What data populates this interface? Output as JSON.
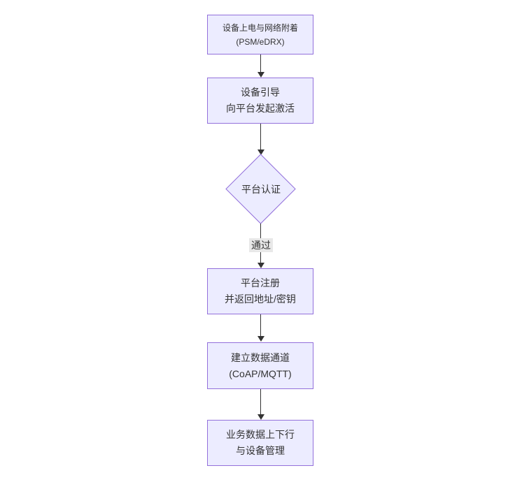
{
  "flowchart": {
    "nodes": {
      "power": {
        "line1": "设备上电与网络附着",
        "line2": "(PSM/eDRX)"
      },
      "bootstrap": {
        "line1": "设备引导",
        "line2": "向平台发起激活"
      },
      "auth": {
        "label": "平台认证"
      },
      "register": {
        "line1": "平台注册",
        "line2": "并返回地址/密钥"
      },
      "channel": {
        "line1": "建立数据通道",
        "line2": "(CoAP/MQTT)"
      },
      "business": {
        "line1": "业务数据上下行",
        "line2": "与设备管理"
      }
    },
    "edges": {
      "pass_label": "通过"
    },
    "colors": {
      "node_fill": "#ECECFF",
      "node_border": "#9370DB",
      "arrow": "#333333",
      "edge_label_bg": "#e8e8e8",
      "text": "#333333",
      "background": "#ffffff"
    }
  }
}
